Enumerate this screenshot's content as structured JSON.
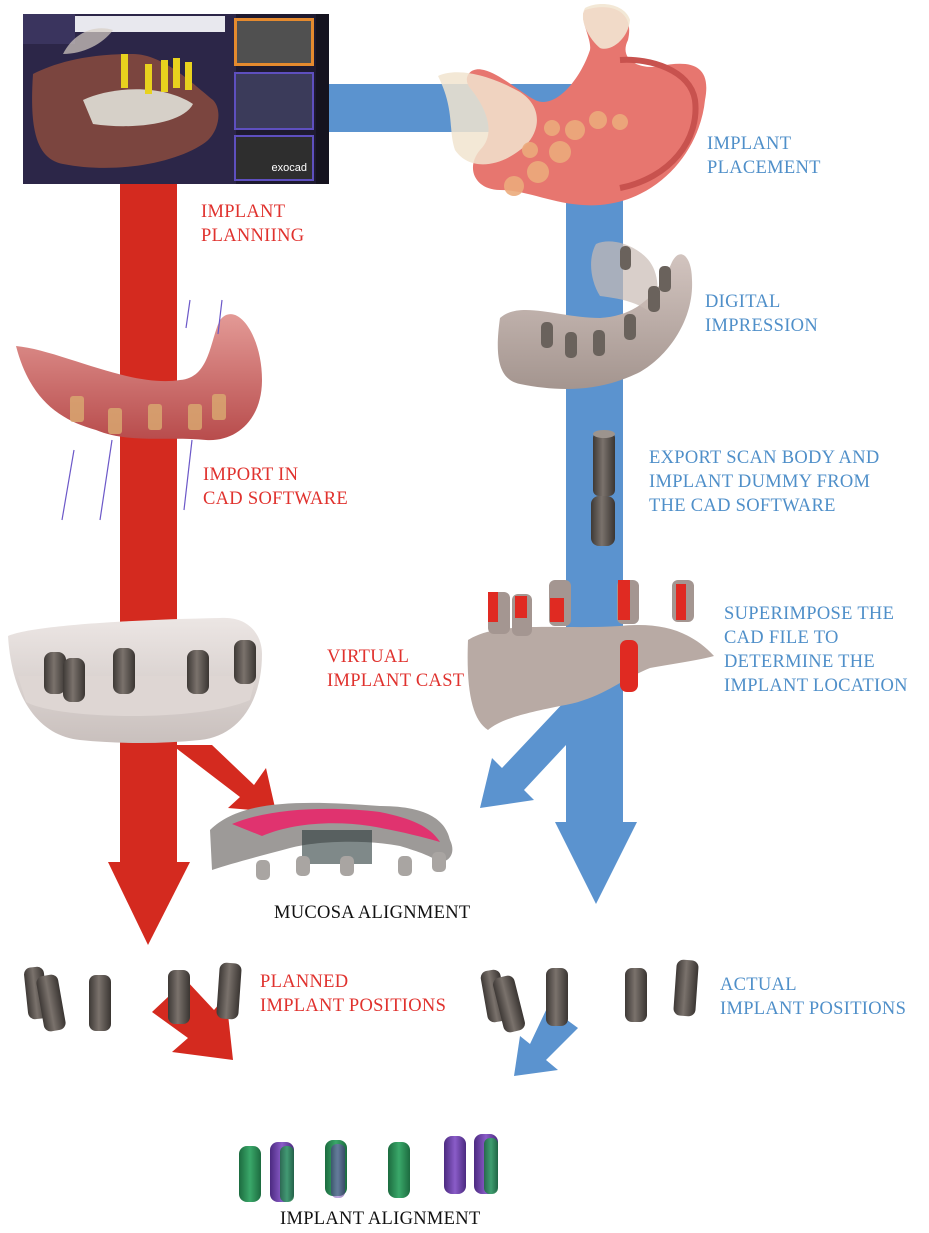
{
  "labels": {
    "implant_planning": [
      "IMPLANT",
      "PLANNIING"
    ],
    "implant_placement": [
      "IMPLANT",
      "PLACEMENT"
    ],
    "digital_impression": [
      "DIGITAL",
      "IMPRESSION"
    ],
    "import_cad": [
      "IMPORT IN",
      "CAD SOFTWARE"
    ],
    "export_scan_body": [
      "EXPORT SCAN BODY AND",
      "IMPLANT DUMMY FROM",
      "THE CAD SOFTWARE"
    ],
    "virtual_cast": [
      "VIRTUAL",
      "IMPLANT CAST"
    ],
    "superimpose": [
      "SUPERIMPOSE THE",
      "CAD FILE TO",
      "DETERMINE THE",
      "IMPLANT LOCATION"
    ],
    "mucosa_alignment": "MUCOSA ALIGNMENT",
    "planned_positions": [
      "PLANNED",
      "IMPLANT POSITIONS"
    ],
    "actual_positions": [
      "ACTUAL",
      "IMPLANT POSITIONS"
    ],
    "implant_alignment": "IMPLANT ALIGNMENT"
  },
  "software_logo": "exocad",
  "colors": {
    "red_path": "#d42a1f",
    "blue_path": "#5b93cf",
    "red_text": "#e0322e",
    "blue_text": "#4f8fc9",
    "implant_gray": "#5a5450",
    "alignment_green": "#2a8a55",
    "alignment_purple": "#6a3ea0",
    "model_pink": "#d86a6a",
    "model_gray": "#b5a9a3",
    "mucosa_magenta": "#e0336f"
  }
}
